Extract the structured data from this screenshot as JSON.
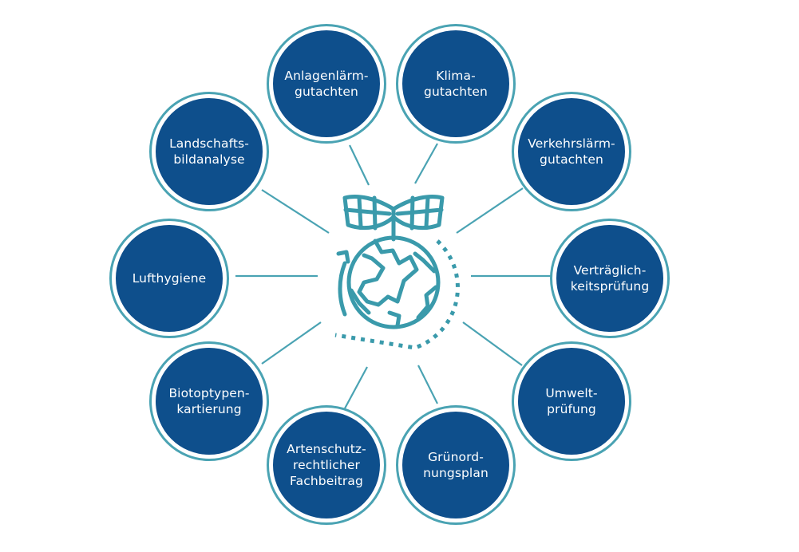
{
  "colors": {
    "primary": "#0e4f8c",
    "ring": "#4aa3b3",
    "icon": "#3a9aab",
    "background": "#ffffff"
  },
  "center": {
    "icon": "globe-with-sprout-icon"
  },
  "nodes": [
    {
      "id": "anlagenlaerm",
      "lines": [
        "Anlagenlärm-",
        "gutachten"
      ]
    },
    {
      "id": "klima",
      "lines": [
        "Klima-",
        "gutachten"
      ]
    },
    {
      "id": "verkehrslaerm",
      "lines": [
        "Verkehrslärm-",
        "gutachten"
      ]
    },
    {
      "id": "vertraeglich",
      "lines": [
        "Verträglich-",
        "keitsprüfung"
      ]
    },
    {
      "id": "umwelt",
      "lines": [
        "Umwelt-",
        "prüfung"
      ]
    },
    {
      "id": "gruenord",
      "lines": [
        "Grünord-",
        "nungsplan"
      ]
    },
    {
      "id": "artenschutz",
      "lines": [
        "Artenschutz-",
        "rechtlicher",
        "Fachbeitrag"
      ]
    },
    {
      "id": "biotop",
      "lines": [
        "Biotoptypen-",
        "kartierung"
      ]
    },
    {
      "id": "lufthygiene",
      "lines": [
        "Lufthygiene"
      ]
    },
    {
      "id": "landschaft",
      "lines": [
        "Landschafts-",
        "bildanalyse"
      ]
    }
  ]
}
